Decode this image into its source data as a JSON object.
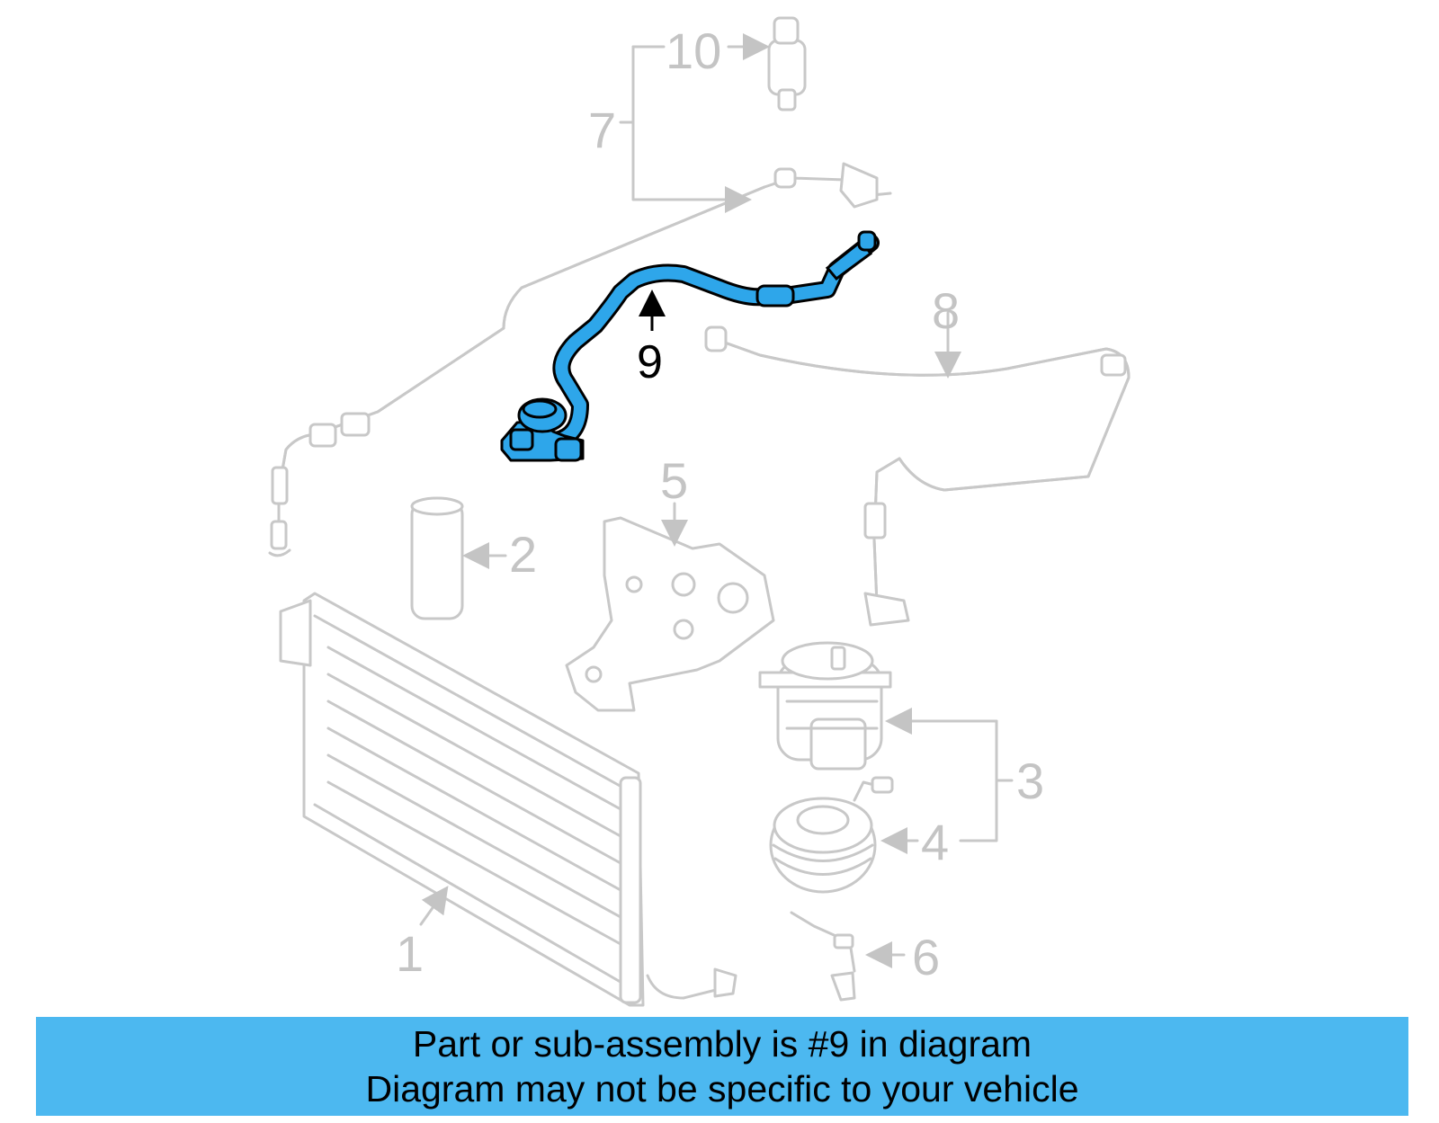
{
  "diagram": {
    "callouts": [
      {
        "id": "1",
        "label": "1"
      },
      {
        "id": "2",
        "label": "2"
      },
      {
        "id": "3",
        "label": "3"
      },
      {
        "id": "4",
        "label": "4"
      },
      {
        "id": "5",
        "label": "5"
      },
      {
        "id": "6",
        "label": "6"
      },
      {
        "id": "7",
        "label": "7"
      },
      {
        "id": "8",
        "label": "8"
      },
      {
        "id": "9",
        "label": "9"
      },
      {
        "id": "10",
        "label": "10"
      }
    ],
    "highlighted_part": "9",
    "colors": {
      "highlight_part": "#2ea6ea",
      "banner": "#4cb8f0",
      "ghost_lines": "#c8c8c8",
      "callout_text": "#c4c4c4",
      "highlight_text": "#000000"
    }
  },
  "banner": {
    "line1": "Part or sub-assembly is #9 in diagram",
    "line2": "Diagram may not be specific to your vehicle"
  }
}
